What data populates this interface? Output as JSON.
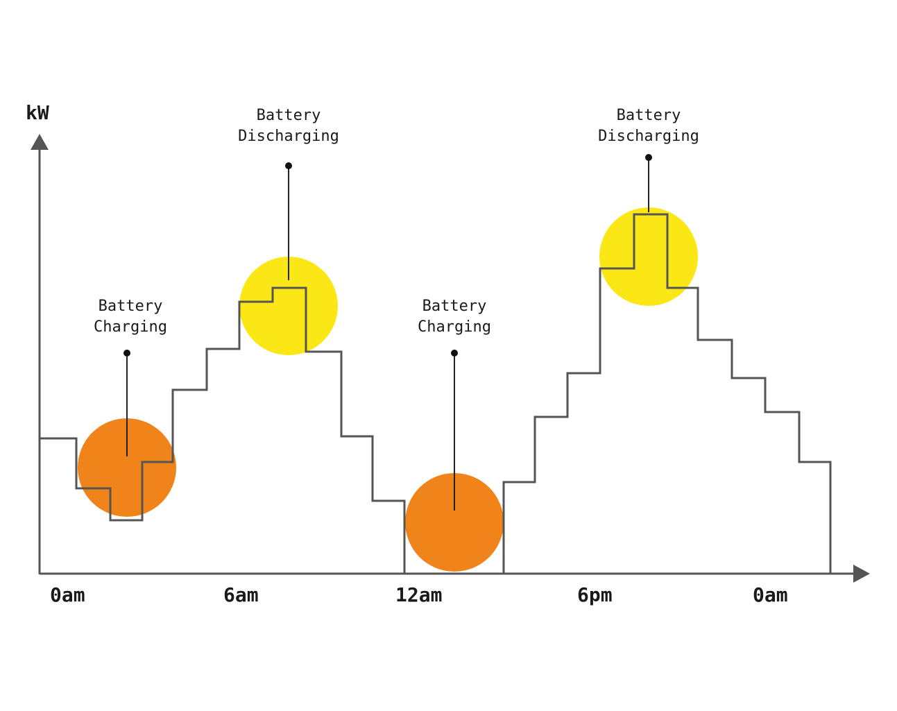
{
  "diagram": {
    "y_axis_label": "kW",
    "x_axis_labels": [
      "0am",
      "6am",
      "12am",
      "6pm",
      "0am"
    ],
    "callouts": [
      {
        "line1": "Battery",
        "line2": "Charging",
        "kind": "charging"
      },
      {
        "line1": "Battery",
        "line2": "Discharging",
        "kind": "discharging"
      },
      {
        "line1": "Battery",
        "line2": "Charging",
        "kind": "charging"
      },
      {
        "line1": "Battery",
        "line2": "Discharging",
        "kind": "discharging"
      }
    ],
    "colors": {
      "charging": "#F0841B",
      "discharging": "#FBE715",
      "axis": "#555555",
      "line": "#555555"
    }
  }
}
